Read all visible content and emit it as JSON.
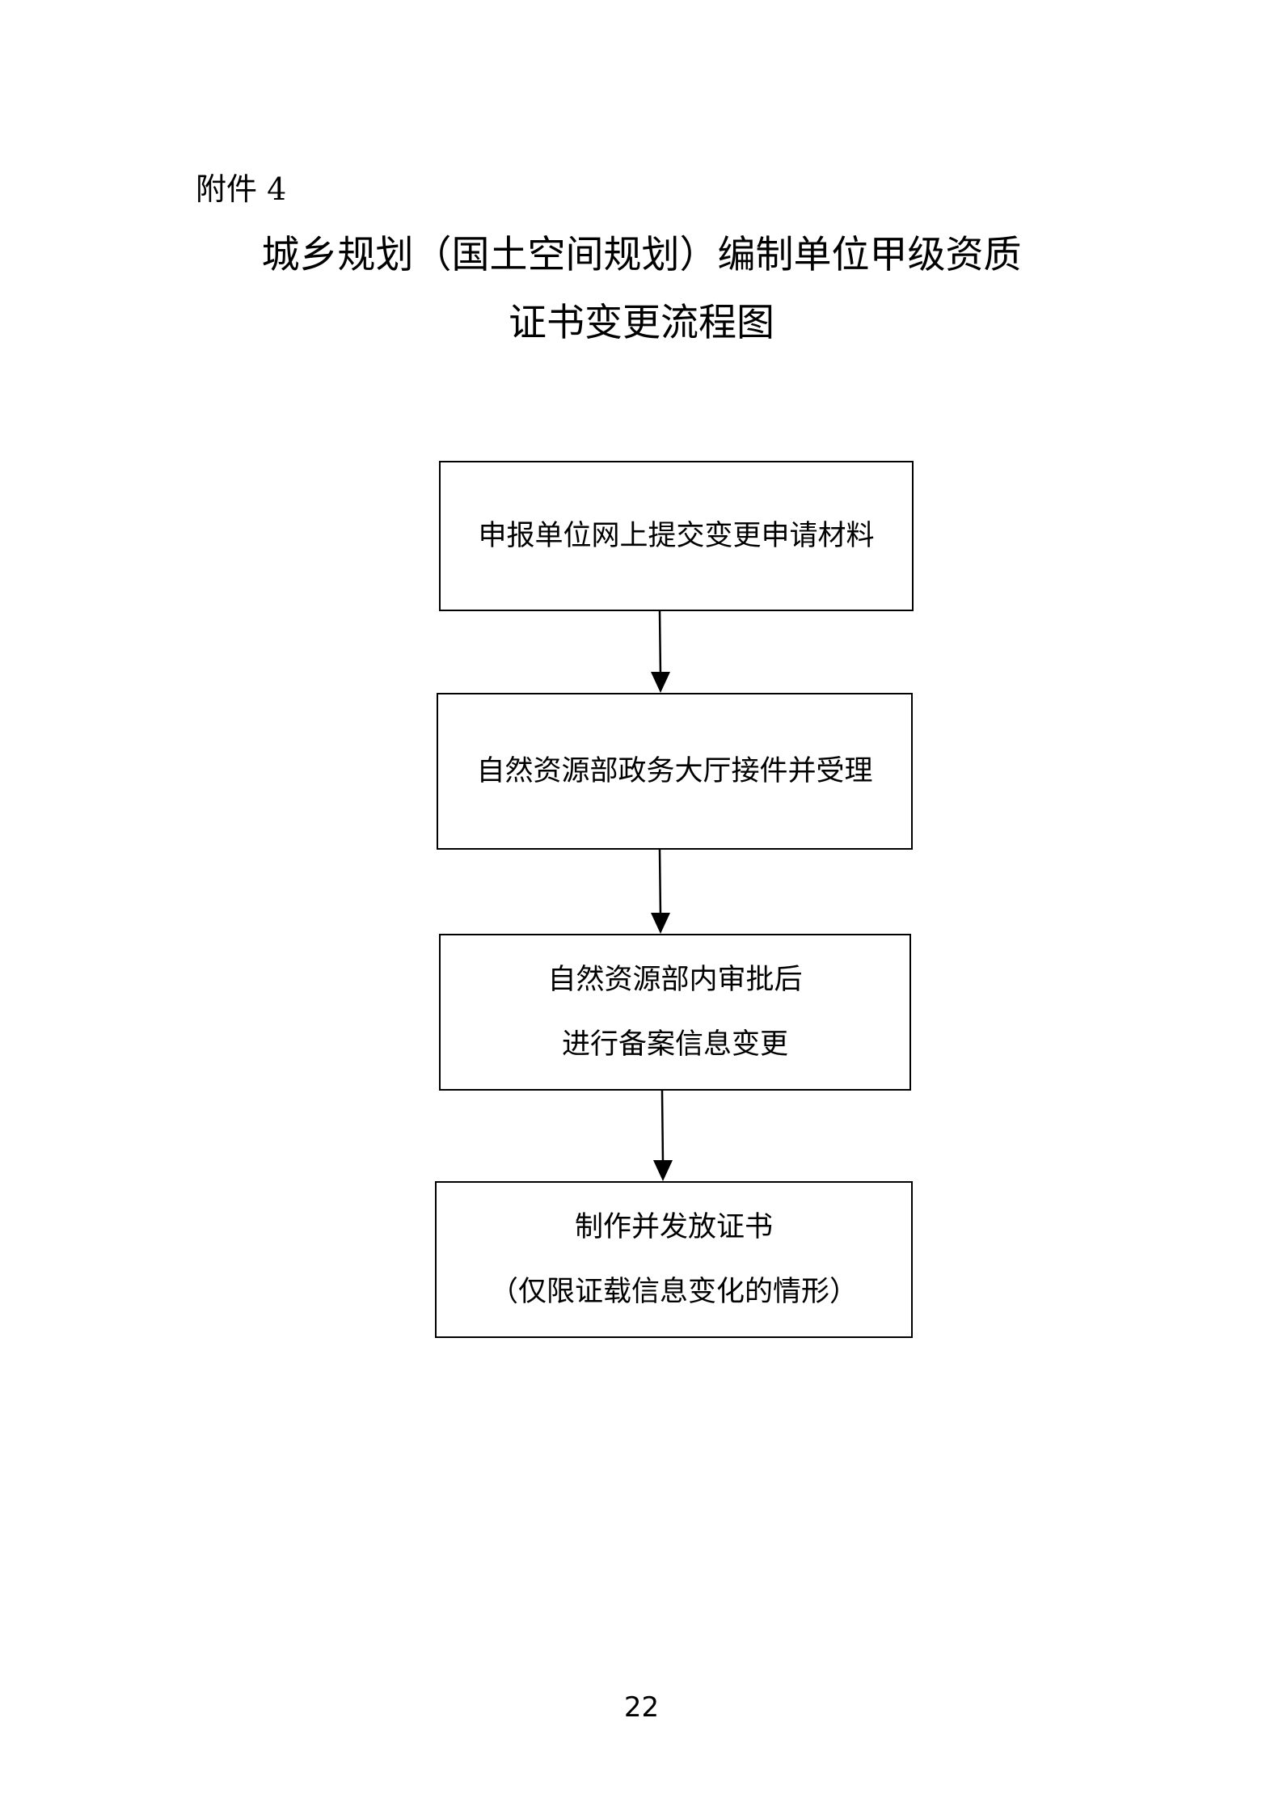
{
  "attachment_label": "附件 4",
  "title": {
    "line1": "城乡规划（国土空间规划）编制单位甲级资质",
    "line2": "证书变更流程图"
  },
  "steps": [
    {
      "lines": [
        "申报单位网上提交变更申请材料"
      ]
    },
    {
      "lines": [
        "自然资源部政务大厅接件并受理"
      ]
    },
    {
      "lines": [
        "自然资源部内审批后",
        "进行备案信息变更"
      ]
    },
    {
      "lines": [
        "制作并发放证书",
        "（仅限证载信息变化的情形）"
      ]
    }
  ],
  "page_number": "22"
}
